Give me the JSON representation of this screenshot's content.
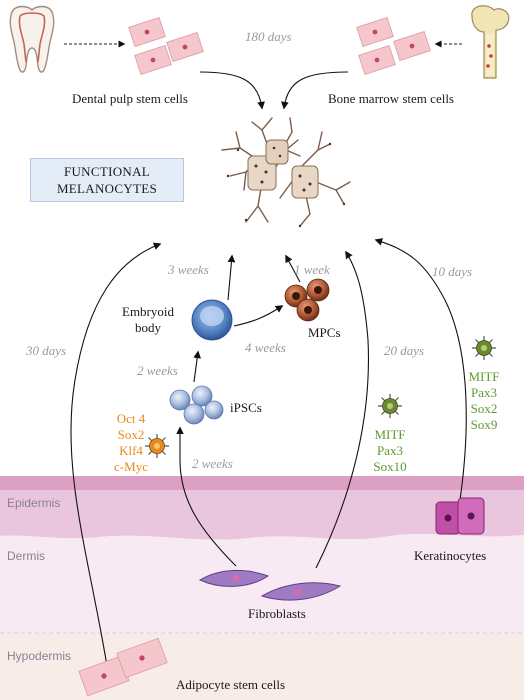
{
  "title_box": {
    "line1": "FUNCTIONAL",
    "line2": "MELANOCYTES"
  },
  "labels": {
    "dental": "Dental pulp stem cells",
    "bone": "Bone marrow stem cells",
    "embryoid_line1": "Embryoid",
    "embryoid_line2": "body",
    "mpcs": "MPCs",
    "ipscs": "iPSCs",
    "keratinocytes": "Keratinocytes",
    "fibroblasts": "Fibroblasts",
    "adipocyte": "Adipocyte stem cells"
  },
  "durations": {
    "d180": "180 days",
    "w3": "3 weeks",
    "w1": "1 week",
    "d10": "10 days",
    "d30": "30 days",
    "w4": "4 weeks",
    "w2a": "2 weeks",
    "d20": "20 days",
    "w2b": "2 weeks"
  },
  "layers": {
    "epidermis": "Epidermis",
    "dermis": "Dermis",
    "hypodermis": "Hypodermis"
  },
  "factors_orange": [
    "Oct 4",
    "Sox2",
    "Klf4",
    "c-Myc"
  ],
  "factors_green_fib": [
    "MITF",
    "Pax3",
    "Sox10"
  ],
  "factors_green_ker": [
    "MITF",
    "Pax3",
    "Sox2",
    "Sox9"
  ],
  "colors": {
    "orange": "#e8891c",
    "green": "#5f9a2f",
    "time": "#9a9a9a",
    "epidermis": "#e6c4dc",
    "dermis": "#f6e8f0"
  }
}
